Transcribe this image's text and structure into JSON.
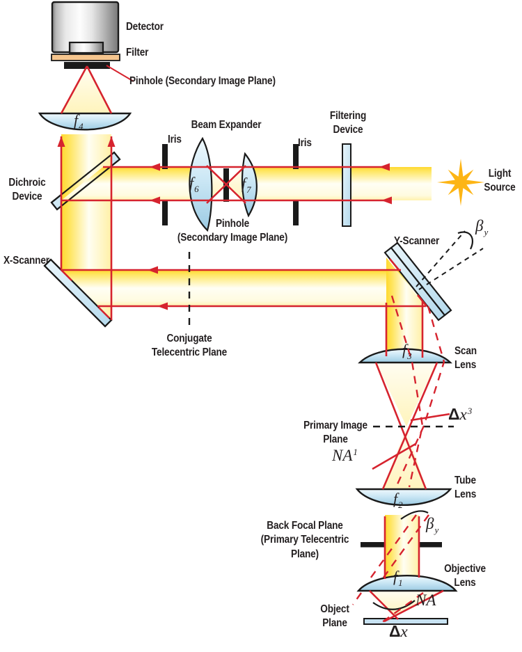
{
  "labels": {
    "detector": "Detector",
    "filter": "Filter",
    "pinhole_top": "Pinhole (Secondary Image Plane)",
    "dichroic1": "Dichroic",
    "dichroic2": "Device",
    "x_scanner": "X-Scanner",
    "iris_left": "Iris",
    "iris_right": "Iris",
    "beam_expander": "Beam Expander",
    "pinhole_mid1": "Pinhole",
    "pinhole_mid2": "(Secondary Image Plane)",
    "filtering1": "Filtering",
    "filtering2": "Device",
    "light1": "Light",
    "light2": "Source",
    "y_scanner": "Y-Scanner",
    "conjugate1": "Conjugate",
    "conjugate2": "Telecentric Plane",
    "scan1": "Scan",
    "scan2": "Lens",
    "primary1": "Primary Image",
    "primary2": "Plane",
    "tube1": "Tube",
    "tube2": "Lens",
    "back1": "Back Focal Plane",
    "back2": "(Primary Telecentric",
    "back3": "Plane)",
    "objective1": "Objective",
    "objective2": "Lens",
    "object1": "Object",
    "object2": "Plane"
  },
  "symbols": {
    "f4": {
      "base": "f",
      "sub": "4"
    },
    "f6": {
      "base": "f",
      "sub": "6"
    },
    "f7": {
      "base": "f",
      "sub": "7"
    },
    "f3": {
      "base": "f",
      "sub": "3"
    },
    "f2": {
      "base": "f",
      "sub": "2"
    },
    "f1": {
      "base": "f",
      "sub": "1"
    },
    "beta_top": {
      "base": "β",
      "sub": "y"
    },
    "beta_bottom": {
      "base": "β",
      "sub": "y"
    },
    "delta_x3": {
      "delta": "Δ",
      "var": "x",
      "sup": "3"
    },
    "na1": {
      "base": "NA",
      "sup": "1"
    },
    "na": "NA",
    "delta_x": {
      "delta": "Δ",
      "var": "x"
    }
  },
  "colors": {
    "beam_yellow": "#FFD930",
    "ray_red": "#D6232E",
    "lens_blue": "#CBE7F5",
    "star_yellow": "#FDB515",
    "filter_peach": "#F5C58E",
    "outline_black": "#1A1A1A"
  }
}
